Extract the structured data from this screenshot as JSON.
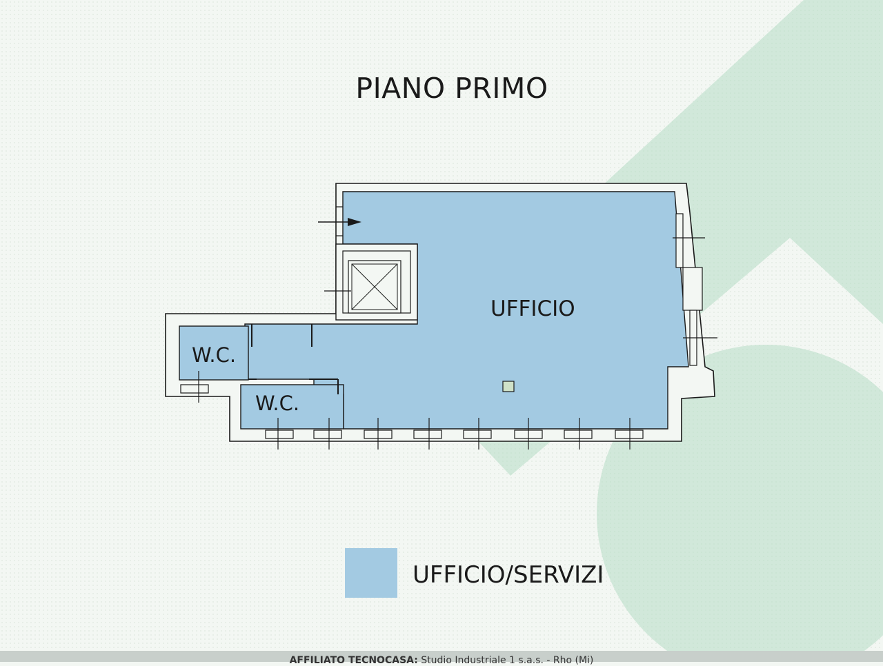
{
  "plan": {
    "title": "PIANO PRIMO",
    "rooms": [
      {
        "label": "UFFICIO"
      },
      {
        "label": "W.C."
      },
      {
        "label": "W.C."
      }
    ]
  },
  "legend": {
    "items": [
      {
        "label": "UFFICIO/SERVIZI",
        "color": "#a3cae2"
      }
    ]
  },
  "footer": {
    "agency": "AFFILIATO TECNOCASA:",
    "detail": "Studio Industriale 1 s.a.s. - Rho (Mi)"
  },
  "colors": {
    "floor_fill": "#a3cae2",
    "wall_fill": "#f3f7f3",
    "wall_stroke": "#1a1a1a",
    "watermark": "#b4dcc4"
  }
}
